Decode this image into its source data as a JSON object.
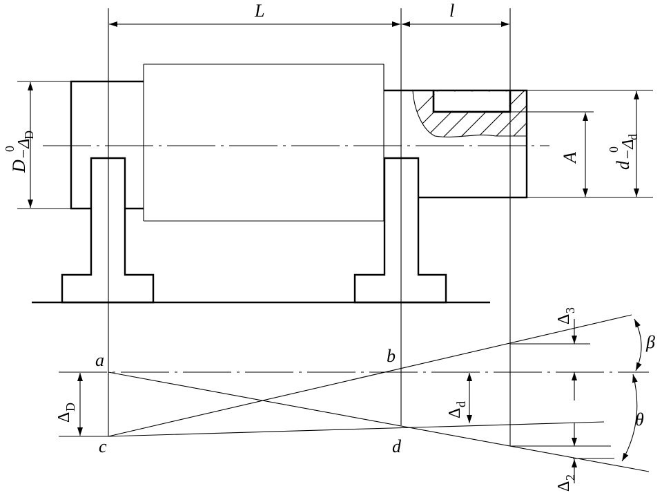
{
  "labels": {
    "L": "L",
    "l": "l",
    "A": "A",
    "a": "a",
    "b": "b",
    "c": "c",
    "d": "d",
    "beta": "β",
    "theta": "θ"
  },
  "tolerances": {
    "D_main": "D",
    "D_sup": "0",
    "D_minus": "−Δ",
    "D_sub": "D",
    "d_main": "d",
    "d_sup": "0",
    "d_minus": "−Δ",
    "d_sub": "d"
  },
  "deviations": {
    "delta": "Δ",
    "D_sub": "D",
    "d_sub": "d",
    "s3": "3",
    "s2": "2"
  }
}
